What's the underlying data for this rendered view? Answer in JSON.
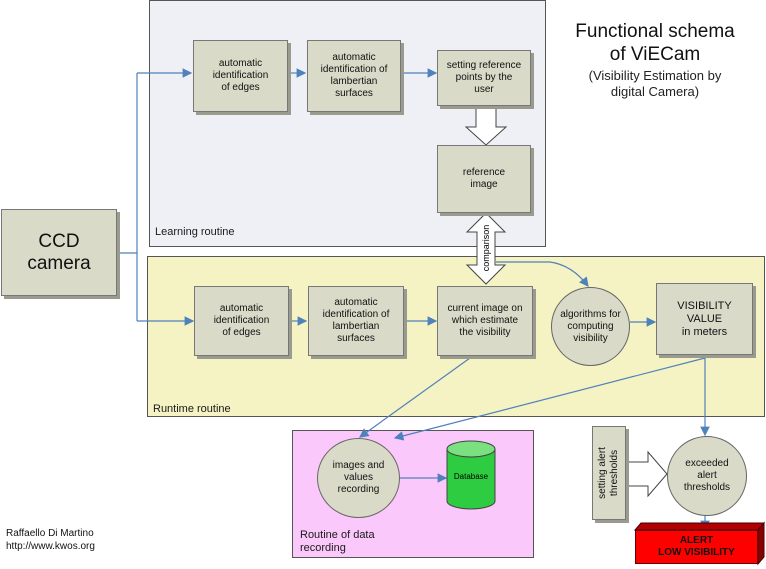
{
  "title": {
    "line1": "Functional schema",
    "line2": "of ViECam",
    "sub1": "(Visibility Estimation by",
    "sub2": "digital Camera)"
  },
  "regions": {
    "learning": "Learning routine",
    "runtime": "Runtime routine",
    "recording_line1": "Routine of data",
    "recording_line2": "recording"
  },
  "ccd": {
    "line1": "CCD",
    "line2": "camera"
  },
  "learning": {
    "edges": [
      "automatic",
      "identification",
      "of edges"
    ],
    "lambertian": [
      "automatic",
      "identification of",
      "lambertian",
      "surfaces"
    ],
    "reference_points": [
      "setting reference",
      "points by the",
      "user"
    ],
    "reference_image": [
      "reference",
      "image"
    ]
  },
  "runtime": {
    "edges": [
      "automatic",
      "identification",
      "of edges"
    ],
    "lambertian": [
      "automatic",
      "identification of",
      "lambertian",
      "surfaces"
    ],
    "current_image": [
      "current image on",
      "which estimate",
      "the visibility"
    ],
    "algorithms": [
      "algorithms for",
      "computing",
      "visibility"
    ],
    "visibility_value": [
      "VISIBILITY",
      "VALUE",
      "in meters"
    ]
  },
  "comparison": "comparison",
  "recording": {
    "images_values": [
      "images and",
      "values",
      "recording"
    ],
    "database": "Database"
  },
  "alert": {
    "thresholds_setting": [
      "setting alert",
      "thresholds"
    ],
    "exceeded": [
      "exceeded",
      "alert",
      "thresholds"
    ],
    "alarm": [
      "ALERT",
      "LOW VISIBILITY"
    ]
  },
  "author": {
    "name": "Raffaello Di Martino",
    "url": "http://www.kwos.org"
  },
  "colors": {
    "learning_bg": "#eef0f6",
    "runtime_bg": "#f5f2c3",
    "recording_bg": "#fbc8fb",
    "box_fill": "#dadac9",
    "connector": "#4f81bd",
    "database": "#2ecc40",
    "alert": "#ff0000"
  }
}
